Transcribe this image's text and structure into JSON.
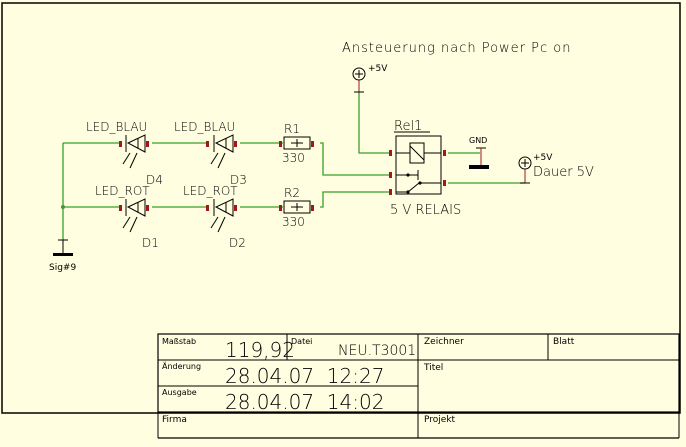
{
  "schematic": {
    "header_note": "Ansteuerung nach Power Pc on",
    "components": {
      "d4": {
        "value": "LED_BLAU",
        "ref": "D4"
      },
      "d3": {
        "value": "LED_BLAU",
        "ref": "D3"
      },
      "d1": {
        "value": "LED_ROT",
        "ref": "D1"
      },
      "d2": {
        "value": "LED_ROT",
        "ref": "D2"
      },
      "r1": {
        "ref": "R1",
        "value": "330"
      },
      "r2": {
        "ref": "R2",
        "value": "330"
      },
      "rel1": {
        "ref": "Rel1",
        "value": "5 V RELAIS"
      }
    },
    "power": {
      "supply_top": "+5V",
      "supply_right": "+5V",
      "supply_right_note": "Dauer 5V",
      "gnd": "GND",
      "signal": "Sig#9"
    },
    "colors": {
      "background": "#fffee0",
      "wire": "#3aa02a",
      "pin": "#a01818",
      "line": "#000000"
    }
  },
  "title_block": {
    "massstab_label": "Maßstab",
    "massstab_value": "119,92",
    "datei_label": "Datei",
    "datei_value": "NEU.T3001",
    "zeichner_label": "Zeichner",
    "blatt_label": "Blatt",
    "aenderung_label": "Änderung",
    "aenderung_value": "28.04.07  12:27",
    "titel_label": "Titel",
    "ausgabe_label": "Ausgabe",
    "ausgabe_value": "28.04.07  14:02",
    "firma_label": "Firma",
    "projekt_label": "Projekt"
  }
}
